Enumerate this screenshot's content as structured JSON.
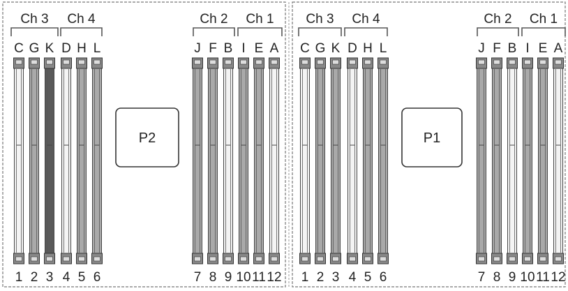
{
  "processors": [
    {
      "label": "P2",
      "channel_labels": [
        "Ch 3",
        "Ch 4",
        "Ch 2",
        "Ch 1"
      ],
      "slots": [
        {
          "letter": "C",
          "number": "1",
          "fill": "white"
        },
        {
          "letter": "G",
          "number": "2",
          "fill": "gray"
        },
        {
          "letter": "K",
          "number": "3",
          "fill": "dark"
        },
        {
          "letter": "D",
          "number": "4",
          "fill": "white"
        },
        {
          "letter": "H",
          "number": "5",
          "fill": "gray"
        },
        {
          "letter": "L",
          "number": "6",
          "fill": "gray"
        },
        {
          "letter": "J",
          "number": "7",
          "fill": "gray"
        },
        {
          "letter": "F",
          "number": "8",
          "fill": "gray"
        },
        {
          "letter": "B",
          "number": "9",
          "fill": "white"
        },
        {
          "letter": "I",
          "number": "10",
          "fill": "gray"
        },
        {
          "letter": "E",
          "number": "11",
          "fill": "gray"
        },
        {
          "letter": "A",
          "number": "12",
          "fill": "white"
        }
      ]
    },
    {
      "label": "P1",
      "channel_labels": [
        "Ch 3",
        "Ch 4",
        "Ch 2",
        "Ch 1"
      ],
      "slots": [
        {
          "letter": "C",
          "number": "1",
          "fill": "white"
        },
        {
          "letter": "G",
          "number": "2",
          "fill": "gray"
        },
        {
          "letter": "K",
          "number": "3",
          "fill": "gray"
        },
        {
          "letter": "D",
          "number": "4",
          "fill": "white"
        },
        {
          "letter": "H",
          "number": "5",
          "fill": "gray"
        },
        {
          "letter": "L",
          "number": "6",
          "fill": "gray"
        },
        {
          "letter": "J",
          "number": "7",
          "fill": "gray"
        },
        {
          "letter": "F",
          "number": "8",
          "fill": "gray"
        },
        {
          "letter": "B",
          "number": "9",
          "fill": "white"
        },
        {
          "letter": "I",
          "number": "10",
          "fill": "gray"
        },
        {
          "letter": "E",
          "number": "11",
          "fill": "gray"
        },
        {
          "letter": "A",
          "number": "12",
          "fill": "white"
        }
      ]
    }
  ],
  "colors": {
    "border": "#555555",
    "slot_white": "#f4f4f4",
    "slot_gray": "#a9a9a9",
    "slot_dark": "#5a5a5a",
    "text": "#222222"
  }
}
